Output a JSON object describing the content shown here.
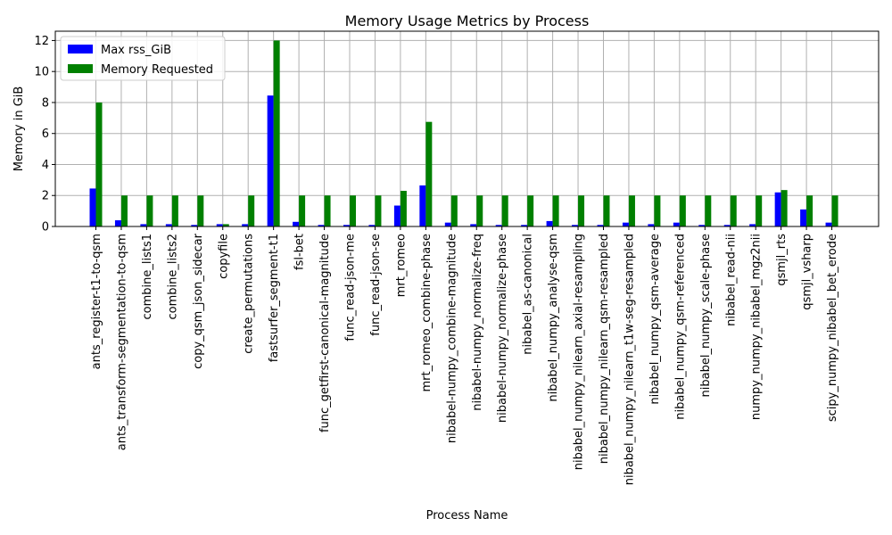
{
  "chart_data": {
    "type": "bar",
    "title": "Memory Usage Metrics by Process",
    "xlabel": "Process Name",
    "ylabel": "Memory in GiB",
    "ylim": [
      0,
      12.6
    ],
    "yticks": [
      0,
      2,
      4,
      6,
      8,
      10,
      12
    ],
    "grid": true,
    "legend_position": "top-left",
    "categories": [
      "ants_register-t1-to-qsm",
      "ants_transform-segmentation-to-qsm",
      "combine_lists1",
      "combine_lists2",
      "copy_qsm_json_sidecar",
      "copyfile",
      "create_permutations",
      "fastsurfer_segment-t1",
      "fsl-bet",
      "func_getfirst-canonical-magnitude",
      "func_read-json-me",
      "func_read-json-se",
      "mrt_romeo",
      "mrt_romeo_combine-phase",
      "nibabel-numpy_combine-magnitude",
      "nibabel-numpy_normalize-freq",
      "nibabel-numpy_normalize-phase",
      "nibabel_as-canonical",
      "nibabel_numpy_analyse-qsm",
      "nibabel_numpy_nilearn_axial-resampling",
      "nibabel_numpy_nilearn_qsm-resampled",
      "nibabel_numpy_nilearn_t1w-seg-resampled",
      "nibabel_numpy_qsm-average",
      "nibabel_numpy_qsm-referenced",
      "nibabel_numpy_scale-phase",
      "nibabel_read-nii",
      "numpy_numpy_nibabel_mgz2nii",
      "qsmjl_rts",
      "qsmjl_vsharp",
      "scipy_numpy_nibabel_bet_erode"
    ],
    "series": [
      {
        "name": "Max rss_GiB",
        "color": "#0000ff",
        "values": [
          2.45,
          0.4,
          0.15,
          0.15,
          0.1,
          0.15,
          0.15,
          8.45,
          0.3,
          0.1,
          0.1,
          0.1,
          1.35,
          2.65,
          0.25,
          0.15,
          0.1,
          0.1,
          0.35,
          0.1,
          0.1,
          0.25,
          0.15,
          0.25,
          0.1,
          0.1,
          0.15,
          2.2,
          1.1,
          0.25
        ]
      },
      {
        "name": "Memory Requested",
        "color": "#008000",
        "values": [
          8,
          2,
          2,
          2,
          2,
          0.15,
          2,
          12,
          2,
          2,
          2,
          2,
          2.3,
          6.75,
          2,
          2,
          2,
          2,
          2,
          2,
          2,
          2,
          2,
          2,
          2,
          2,
          2,
          2.35,
          2,
          2
        ]
      }
    ]
  }
}
